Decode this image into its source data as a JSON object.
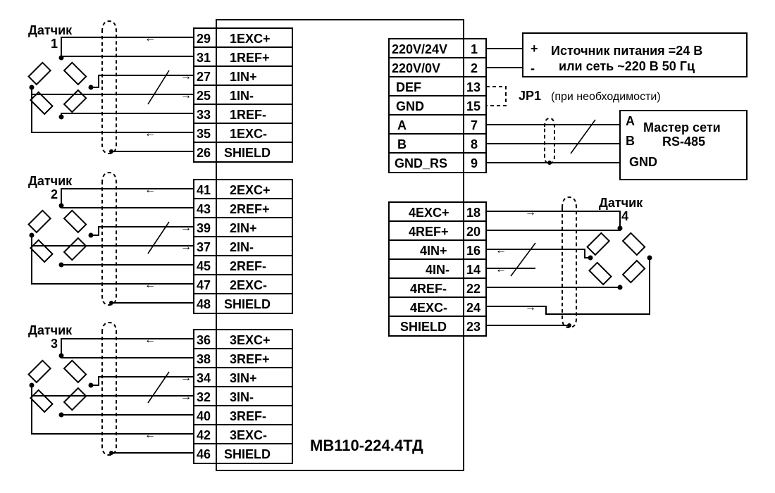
{
  "device": {
    "model": "МВ110-224.4ТД"
  },
  "sensor_label": "Датчик",
  "sensors": [
    {
      "number": "1",
      "rows": [
        {
          "pin": "29",
          "name": "1EXC+"
        },
        {
          "pin": "31",
          "name": "1REF+"
        },
        {
          "pin": "27",
          "name": "1IN+"
        },
        {
          "pin": "25",
          "name": "1IN-"
        },
        {
          "pin": "33",
          "name": "1REF-"
        },
        {
          "pin": "35",
          "name": "1EXC-"
        },
        {
          "pin": "26",
          "name": "SHIELD"
        }
      ]
    },
    {
      "number": "2",
      "rows": [
        {
          "pin": "41",
          "name": "2EXC+"
        },
        {
          "pin": "43",
          "name": "2REF+"
        },
        {
          "pin": "39",
          "name": "2IN+"
        },
        {
          "pin": "37",
          "name": "2IN-"
        },
        {
          "pin": "45",
          "name": "2REF-"
        },
        {
          "pin": "47",
          "name": "2EXC-"
        },
        {
          "pin": "48",
          "name": "SHIELD"
        }
      ]
    },
    {
      "number": "3",
      "rows": [
        {
          "pin": "36",
          "name": "3EXC+"
        },
        {
          "pin": "38",
          "name": "3REF+"
        },
        {
          "pin": "34",
          "name": "3IN+"
        },
        {
          "pin": "32",
          "name": "3IN-"
        },
        {
          "pin": "40",
          "name": "3REF-"
        },
        {
          "pin": "42",
          "name": "3EXC-"
        },
        {
          "pin": "46",
          "name": "SHIELD"
        }
      ]
    },
    {
      "number": "4",
      "rows": [
        {
          "pin": "18",
          "name": "4EXC+"
        },
        {
          "pin": "20",
          "name": "4REF+"
        },
        {
          "pin": "16",
          "name": "4IN+"
        },
        {
          "pin": "14",
          "name": "4IN-"
        },
        {
          "pin": "22",
          "name": "4REF-"
        },
        {
          "pin": "24",
          "name": "4EXC-"
        },
        {
          "pin": "23",
          "name": "SHIELD"
        }
      ]
    }
  ],
  "power": {
    "rows": [
      {
        "name": "220V/24V",
        "pin": "1"
      },
      {
        "name": "220V/0V",
        "pin": "2"
      },
      {
        "name": "DEF",
        "pin": "13"
      },
      {
        "name": "GND",
        "pin": "15"
      },
      {
        "name": "A",
        "pin": "7"
      },
      {
        "name": "B",
        "pin": "8"
      },
      {
        "name": "GND_RS",
        "pin": "9"
      }
    ],
    "plus": "+",
    "minus": "-",
    "source_line1": "Источник питания =24 В",
    "source_line2": "или сеть ~220 В 50 Гц",
    "jumper": "JP1",
    "jumper_note": "(при необходимости)"
  },
  "rs485": {
    "a": "A",
    "b": "B",
    "gnd": "GND",
    "title_line1": "Мастер сети",
    "title_line2": "RS-485"
  }
}
